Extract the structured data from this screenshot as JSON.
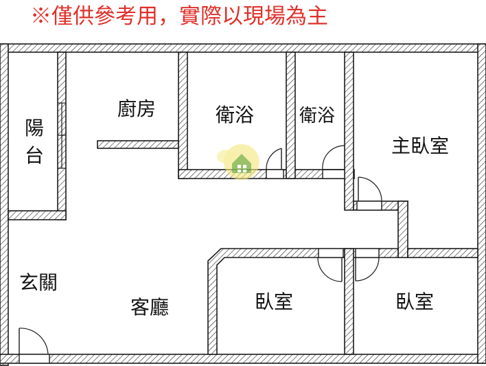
{
  "notice": "※僅供參考用，實際以現場為主",
  "rooms": {
    "balcony_line1": "陽",
    "balcony_line2": "台",
    "kitchen": "廚房",
    "bathroom_1": "衛浴",
    "bathroom_2": "衛浴",
    "master_bedroom": "主臥室",
    "entrance": "玄關",
    "living_room": "客廳",
    "bedroom_1": "臥室",
    "bedroom_2": "臥室"
  },
  "colors": {
    "notice": "#e0302a",
    "wall_outline": "#1a1a1a",
    "logo_yellow": "#f3e77a",
    "logo_green": "#7db24a"
  },
  "icons": {
    "watermark": "house-logo-icon"
  }
}
